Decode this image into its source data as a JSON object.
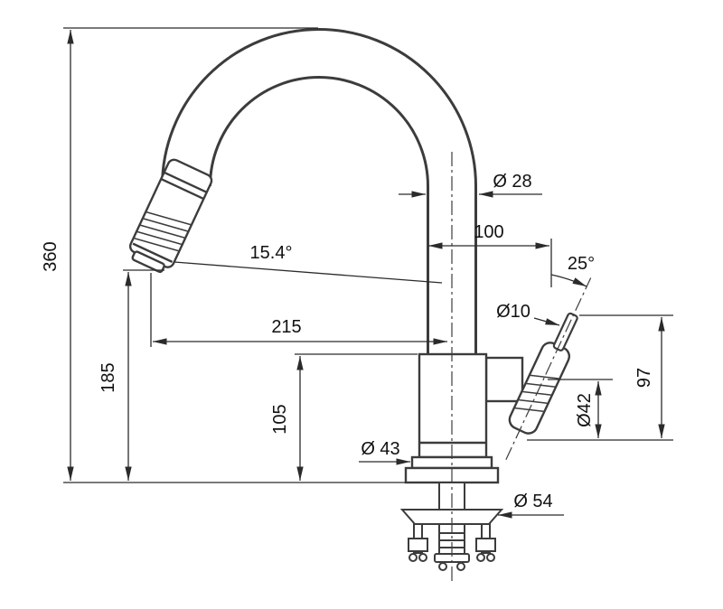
{
  "diagram": {
    "subject": "kitchen faucet dimensioned technical drawing, side view",
    "colors": {
      "outline": "#3c3c3c",
      "dimension": "#2b2b2b",
      "text": "#111111",
      "background": "#ffffff"
    },
    "labels": {
      "overall_height": "360",
      "outlet_height": "185",
      "body_height": "105",
      "spout_reach": "215",
      "spout_to_handle": "100",
      "spout_angle": "15.4°",
      "handle_angle": "25°",
      "spout_diameter": "Ø 28",
      "lever_rod_diameter": "Ø10",
      "handle_diameter": "Ø42",
      "body_diameter": "Ø 43",
      "base_flange_diameter": "Ø 54",
      "handle_height": "97"
    }
  }
}
